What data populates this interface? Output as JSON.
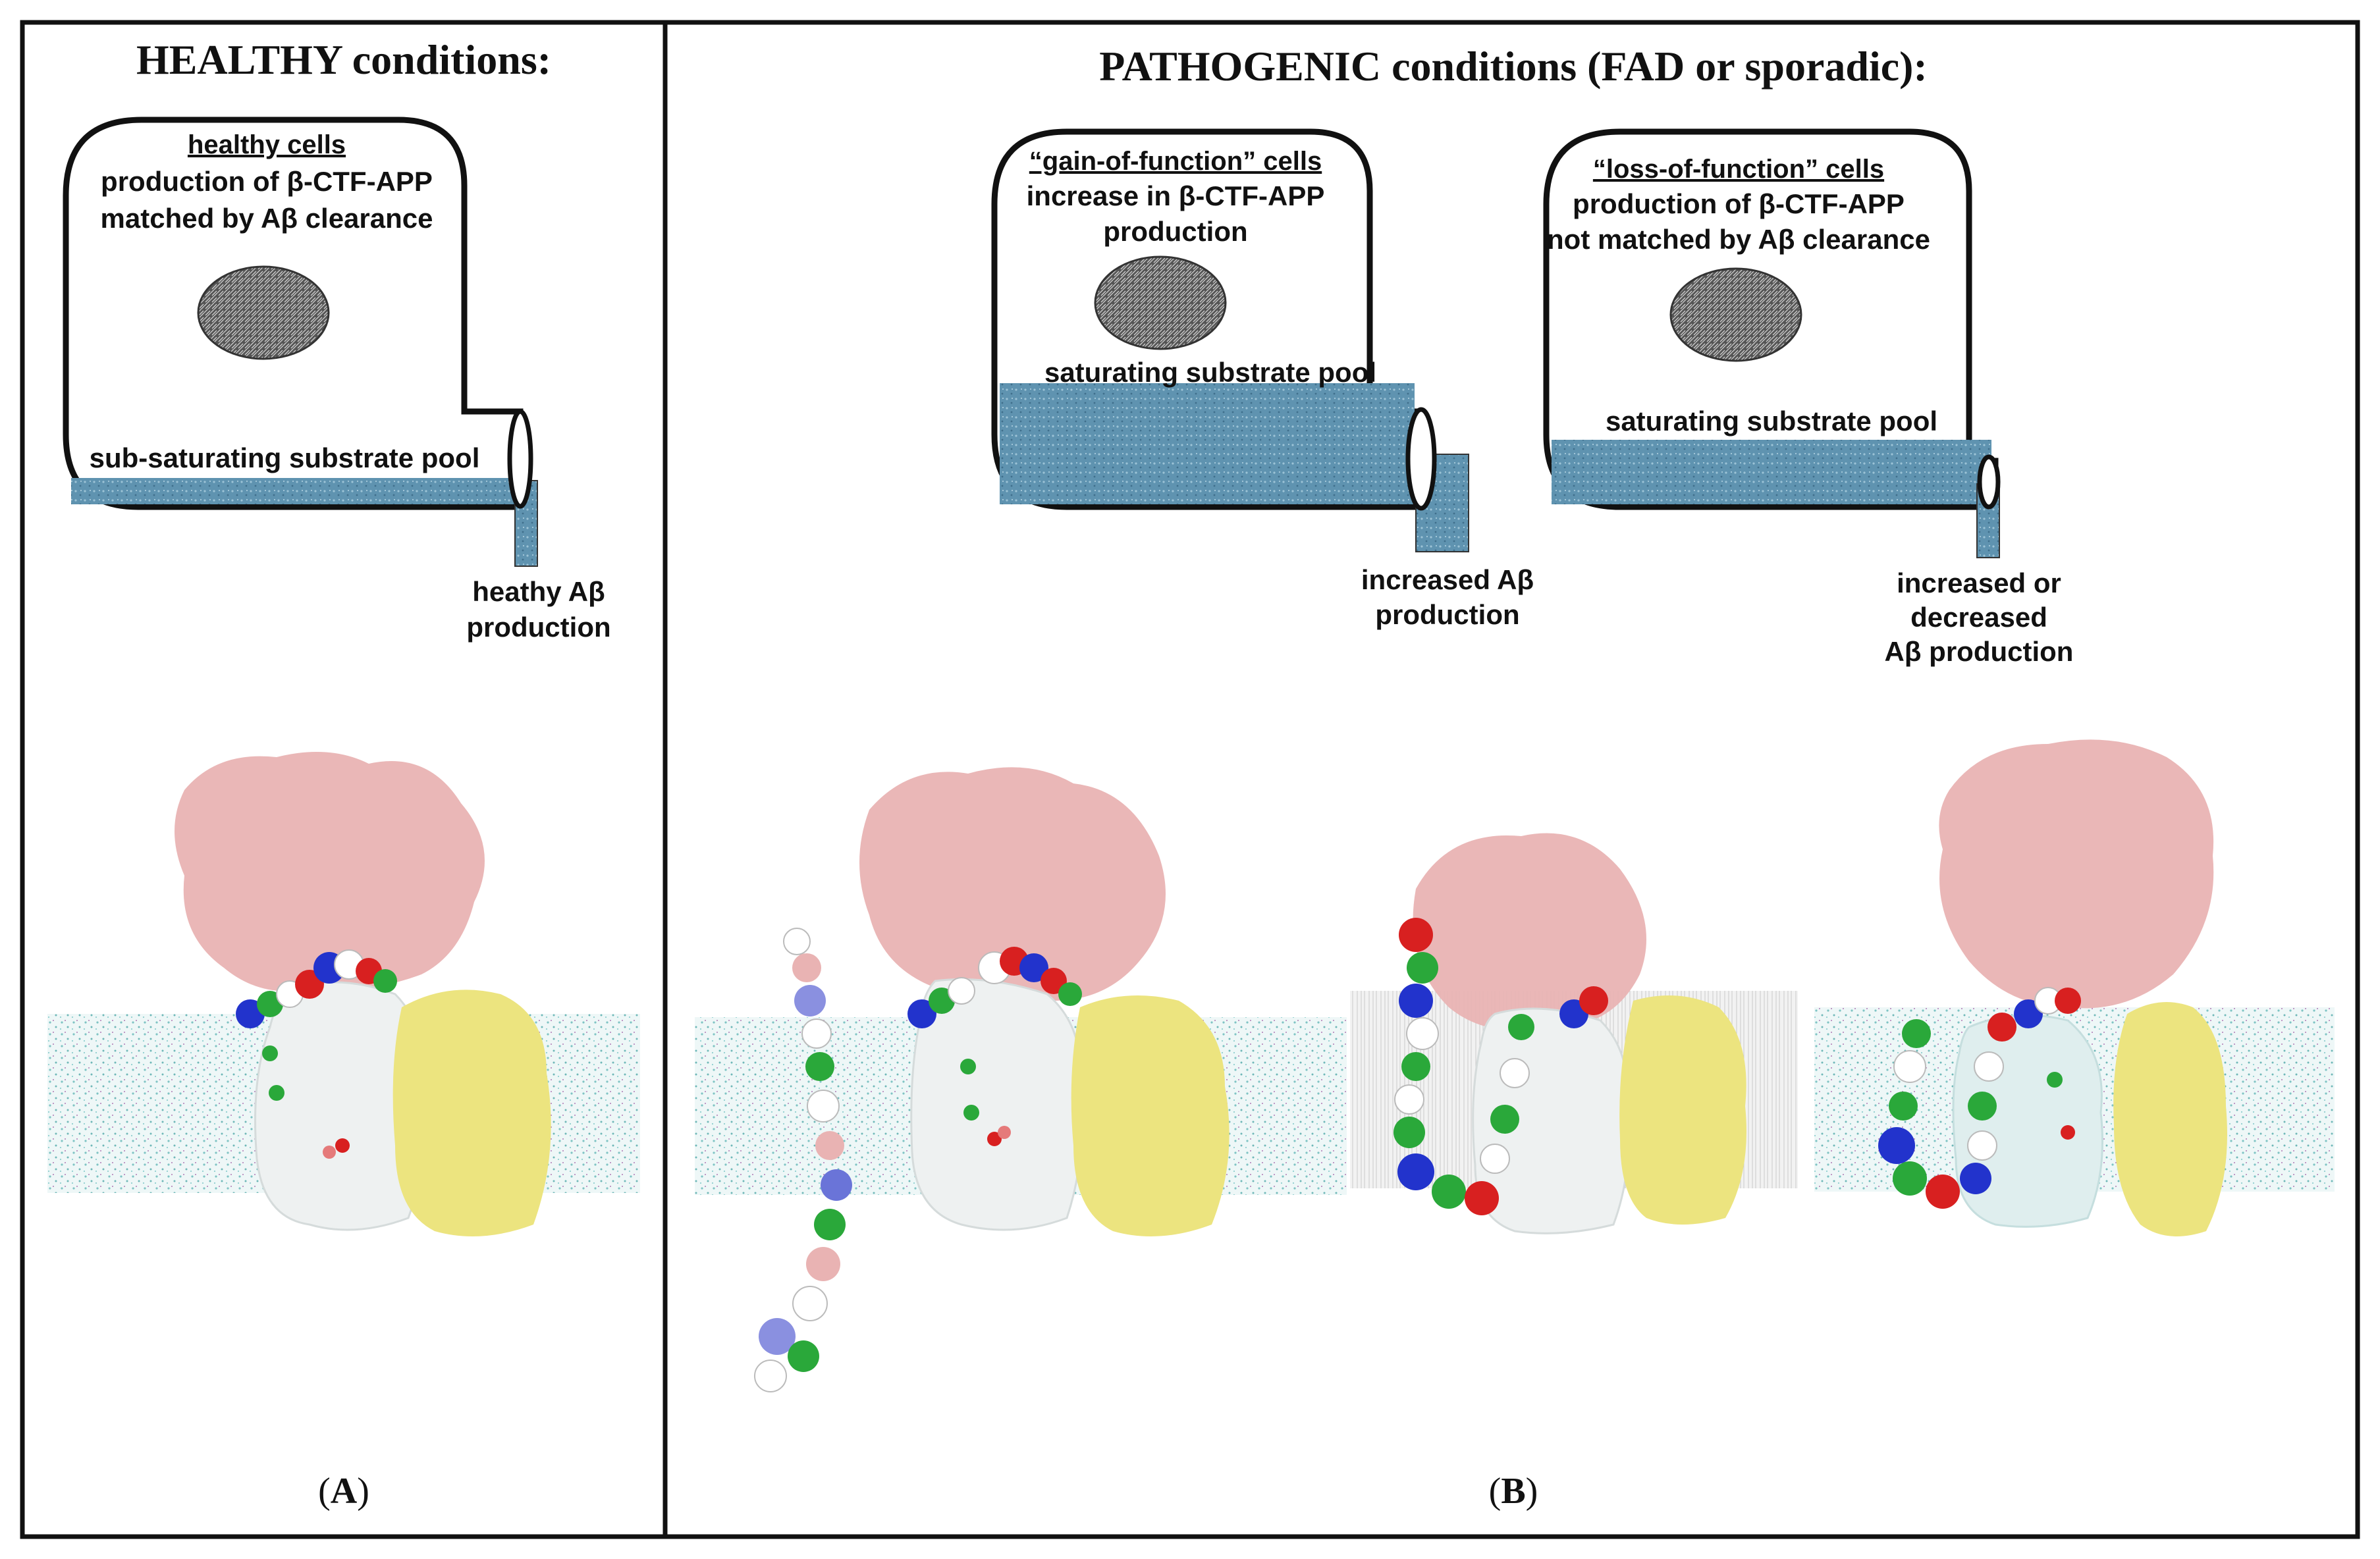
{
  "panel_a": {
    "title": "HEALTHY conditions:",
    "label_prefix": "(",
    "label_letter": "A",
    "label_suffix": ")",
    "tank": {
      "heading": "healthy cells",
      "line1": "production of β-CTF-APP",
      "line2": "matched by Aβ clearance",
      "pool_label": "sub-saturating  substrate pool",
      "outflow_line1": "heathy Aβ",
      "outflow_line2": "production"
    }
  },
  "panel_b": {
    "title": "PATHOGENIC conditions (FAD or sporadic):",
    "label_prefix": "(",
    "label_letter": "B",
    "label_suffix": ")",
    "tank_gain": {
      "heading": "“gain-of-function” cells",
      "line1": "increase in β-CTF-APP",
      "line2": "production",
      "pool_label": "saturating  substrate pool",
      "outflow_line1": "increased Aβ",
      "outflow_line2": "production"
    },
    "tank_loss": {
      "heading": "“loss-of-function” cells",
      "line1": "production of β-CTF-APP",
      "line2": "not matched by Aβ clearance",
      "pool_label": "saturating  substrate pool",
      "outflow_line1": "increased  or",
      "outflow_line2": "decreased",
      "outflow_line3": "Aβ production"
    }
  },
  "colors": {
    "border": "#111111",
    "water": "#5f93b0",
    "nicastrin_pink": "#e9b3b3",
    "presenilin_white": "#eef1f1",
    "aph_yellow": "#ece47f",
    "membrane_teal": "#7fc4c4",
    "substrate_red": "#d82020",
    "substrate_blue": "#2233cc",
    "substrate_green": "#2aa83a"
  }
}
